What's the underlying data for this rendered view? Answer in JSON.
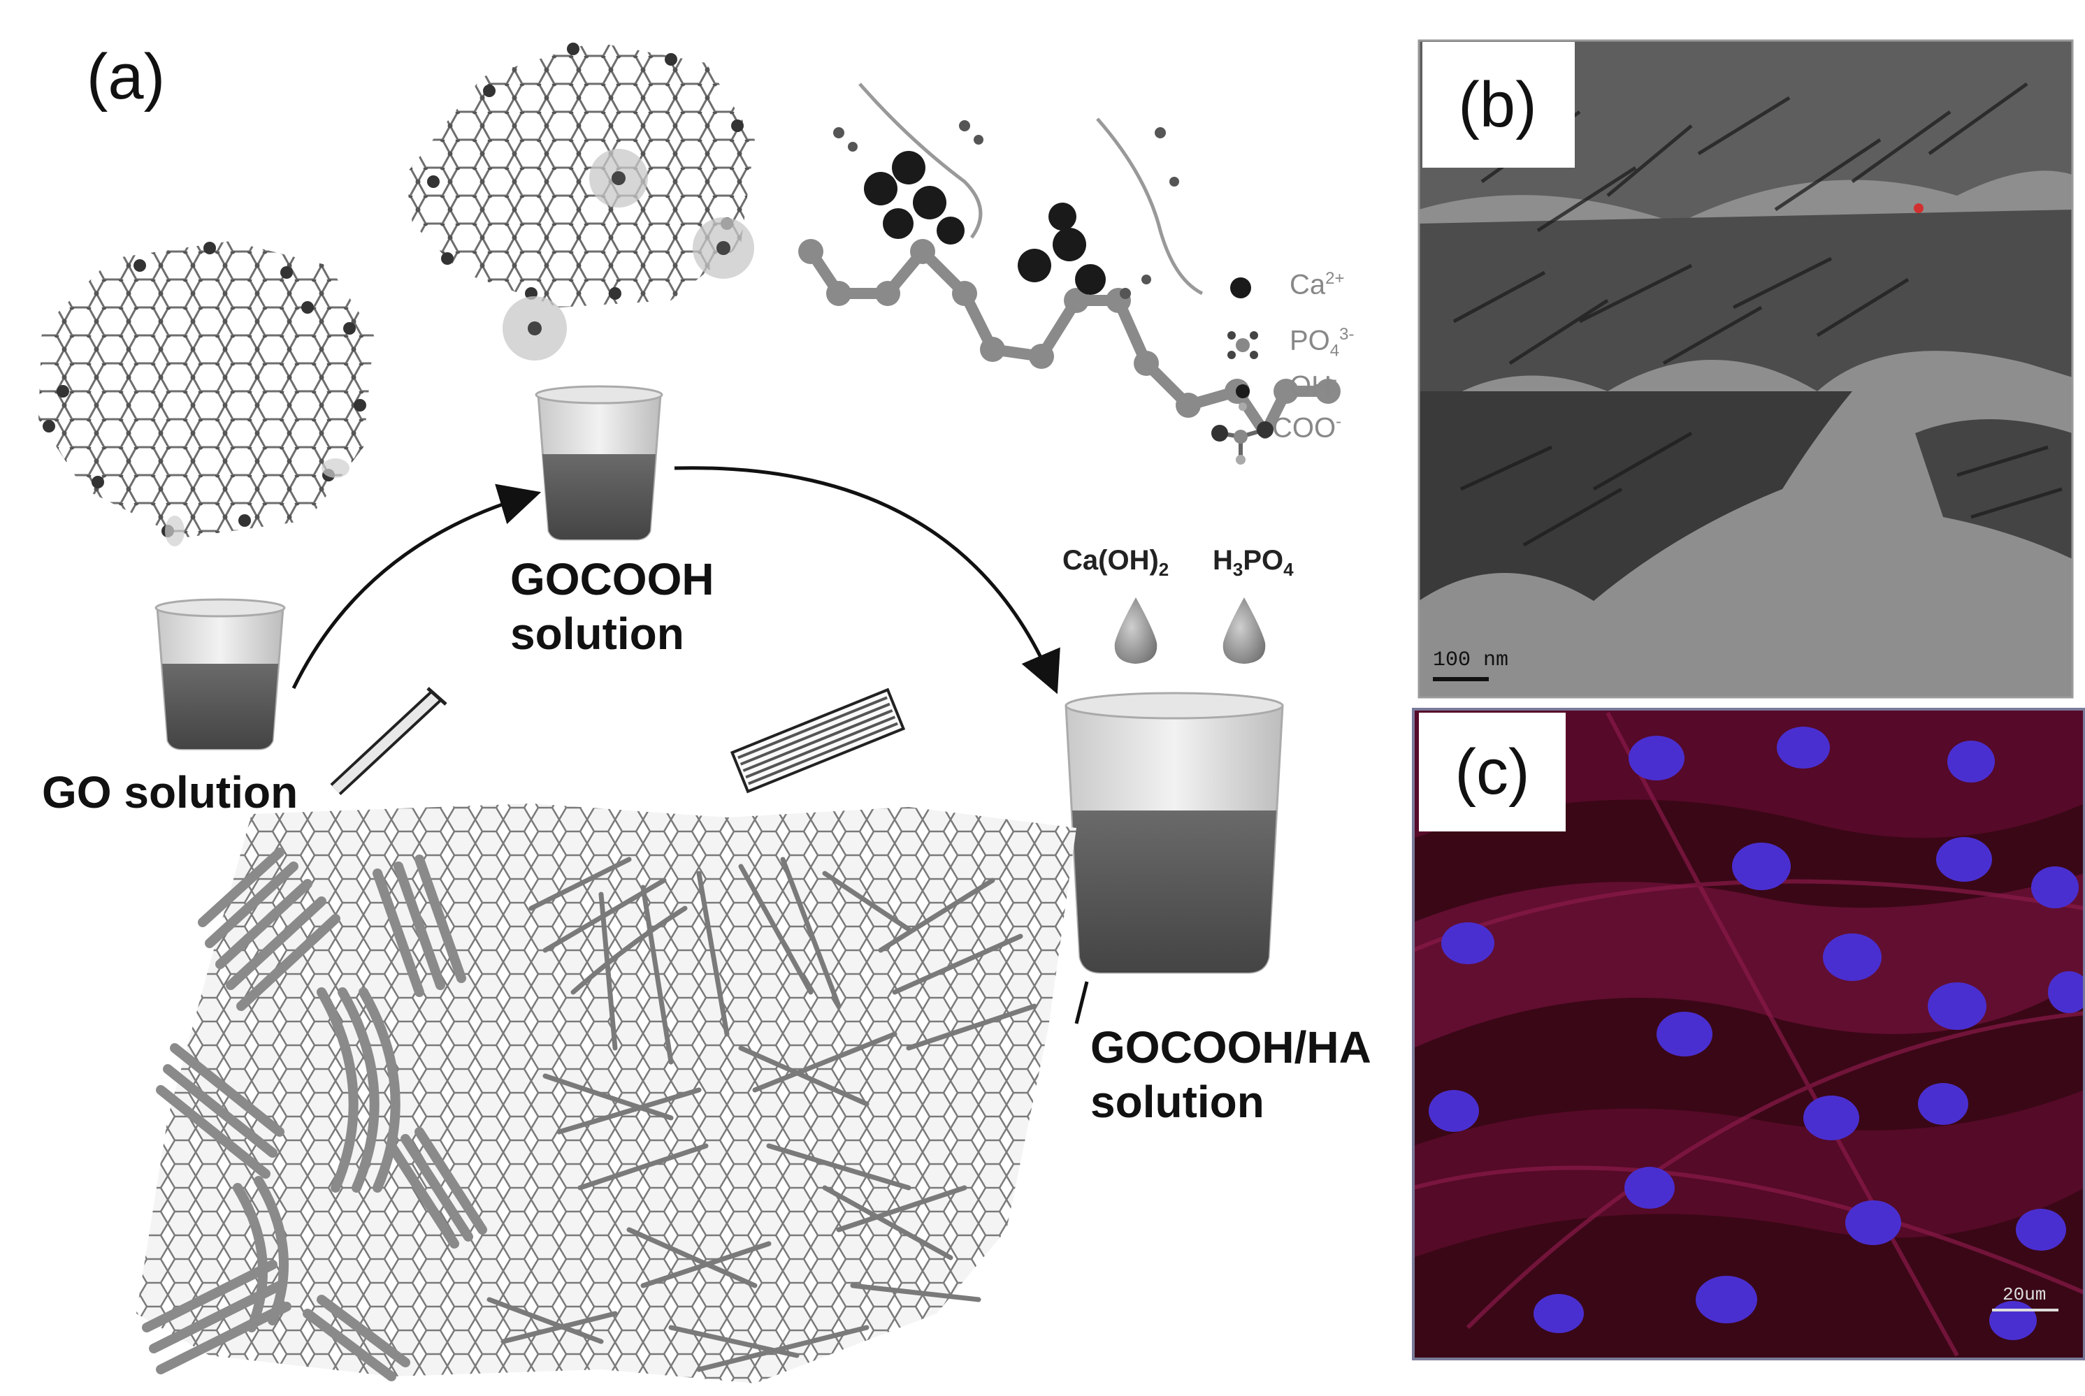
{
  "panels": {
    "a": {
      "label": "(a)"
    },
    "b": {
      "label": "(b)",
      "scale_bar": "100 nm"
    },
    "c": {
      "label": "(c)",
      "scale_bar": "20um"
    }
  },
  "steps": {
    "go": "GO solution",
    "gocooh": [
      "GOCOOH",
      "solution"
    ],
    "gocooh_ha": [
      "GOCOOH/HA",
      "solution"
    ]
  },
  "reagents": {
    "caoh2": {
      "base": "Ca(OH)",
      "sub": "2"
    },
    "h3po4": {
      "base": "H",
      "sub1": "3",
      "mid": "PO",
      "sub2": "4"
    }
  },
  "legend": {
    "ca": {
      "base": "Ca",
      "sup": "2+"
    },
    "po4": {
      "base": "PO",
      "sub": "4",
      "sup": "3-"
    },
    "oh": {
      "base": "OH",
      "sup": "-"
    },
    "coo": {
      "base": "COO",
      "sup": "-"
    }
  },
  "colors": {
    "molecule_gray": "#8a8a8a",
    "ion_black": "#1a1a1a",
    "tem_background": "#8e8e8e",
    "fluorescence_red": "#5a0a2a",
    "nucleus_blue": "#4a2fd0"
  }
}
